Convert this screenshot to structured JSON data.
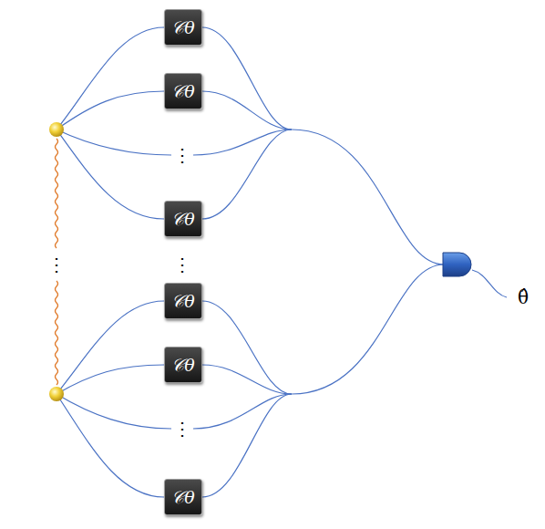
{
  "diagram": {
    "nodes": [
      {
        "text": [
          "𝒞θ"
        ]
      },
      {
        "text": [
          "𝒞θ"
        ]
      },
      {
        "text": [
          "𝒞θ"
        ]
      },
      {
        "text": [
          "𝒞θ"
        ]
      },
      {
        "text": [
          "𝒞θ"
        ]
      },
      {
        "text": [
          "𝒞θ"
        ]
      }
    ],
    "labels": [
      "⋮",
      "⋮",
      "⋮",
      "⋮",
      "θ̂"
    ]
  }
}
